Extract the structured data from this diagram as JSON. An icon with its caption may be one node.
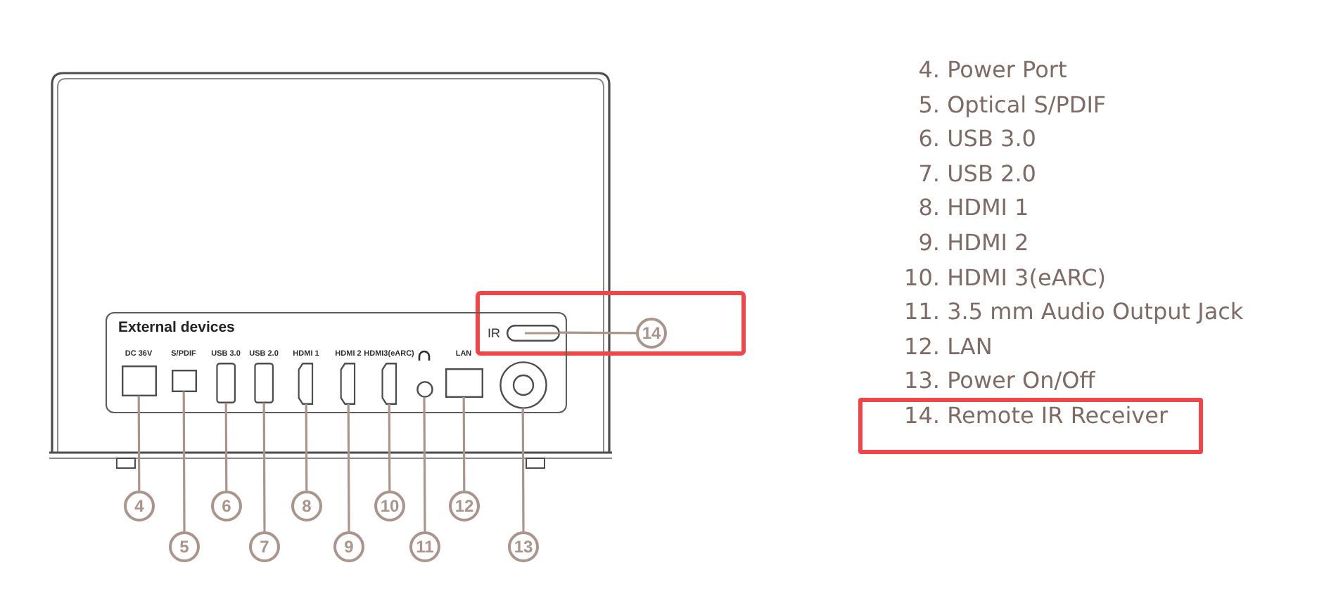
{
  "diagram": {
    "nodes": [
      {
        "text": [
          "External devices"
        ]
      },
      {
        "text": [
          "IR"
        ],
        "in": 0
      },
      {
        "text": [
          "DC 36V"
        ],
        "in": 0
      },
      {
        "text": [
          "S/PDIF"
        ],
        "in": 0
      },
      {
        "text": [
          "USB 3.0"
        ],
        "in": 0
      },
      {
        "text": [
          "USB 2.0"
        ],
        "in": 0
      },
      {
        "text": [
          "HDMI 1"
        ],
        "in": 0
      },
      {
        "text": [
          "HDMI 2"
        ],
        "in": 0
      },
      {
        "text": [
          "HDMI3(eARC)"
        ],
        "in": 0
      },
      {
        "text": [],
        "shape": "circle",
        "in": 0
      },
      {
        "text": [
          "LAN"
        ],
        "in": 0
      },
      {
        "text": [],
        "shape": "circle",
        "in": 0
      },
      {
        "text": [
          "14"
        ]
      },
      {
        "text": [
          "4"
        ]
      },
      {
        "text": [
          "6"
        ]
      },
      {
        "text": [
          "8"
        ]
      },
      {
        "text": [
          "10"
        ]
      },
      {
        "text": [
          "12"
        ]
      },
      {
        "text": [
          "5"
        ]
      },
      {
        "text": [
          "7"
        ]
      },
      {
        "text": [
          "9"
        ]
      },
      {
        "text": [
          "11"
        ]
      },
      {
        "text": [
          "13"
        ]
      },
      {
        "text": [
          "14. Remote IR Receiver"
        ]
      }
    ],
    "edges": [
      {
        "from": 12,
        "to": 1,
        "arrow": "none"
      },
      {
        "from": 13,
        "to": 2,
        "arrow": "none"
      },
      {
        "from": 14,
        "to": 4,
        "arrow": "none"
      },
      {
        "from": 15,
        "to": 6,
        "arrow": "none"
      },
      {
        "from": 16,
        "to": 8,
        "arrow": "none"
      },
      {
        "from": 17,
        "to": 10,
        "arrow": "none"
      },
      {
        "from": 18,
        "to": 3,
        "arrow": "none"
      },
      {
        "from": 19,
        "to": 5,
        "arrow": "none"
      },
      {
        "from": 20,
        "to": 7,
        "arrow": "none"
      },
      {
        "from": 21,
        "to": 9,
        "arrow": "none"
      },
      {
        "from": 22,
        "to": 11,
        "arrow": "none"
      }
    ],
    "labels": [
      "4. Power Port",
      "5. Optical S/PDIF",
      "6. USB 3.0",
      "7. USB 2.0",
      "8. HDMI 1",
      "9. HDMI 2",
      "10. HDMI 3(eARC)",
      "11. 3.5 mm Audio Output Jack",
      "12. LAN",
      "13. Power On/Off"
    ]
  }
}
